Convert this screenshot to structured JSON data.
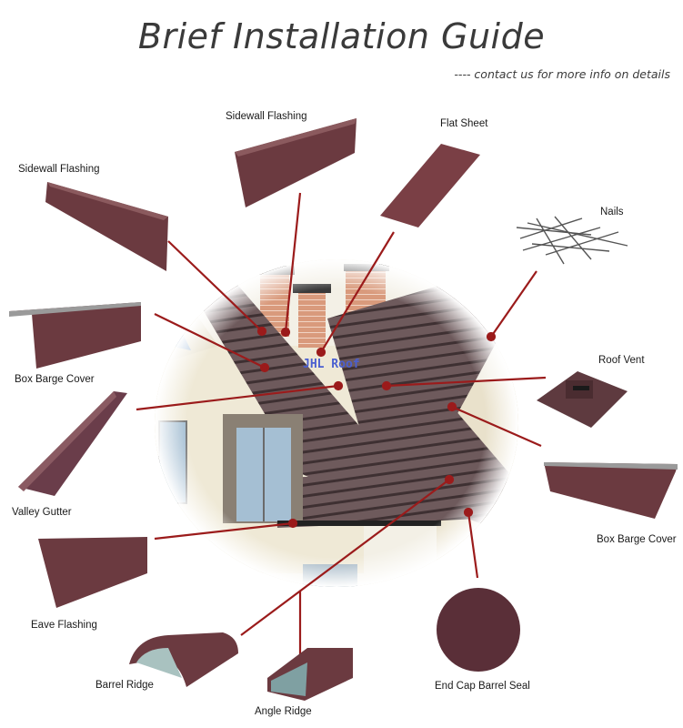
{
  "header": {
    "title": "Brief Installation Guide",
    "subtitle": "---- contact us for more info on details"
  },
  "watermark": "JHL Roof",
  "colors": {
    "material": "#6b3a40",
    "material_dark": "#4e2a30",
    "leader_line": "#9b1b1b",
    "text": "#1a1a1a",
    "title_text": "#3a3a3a",
    "watermark": "#4a5fd0"
  },
  "components": [
    {
      "id": "sidewall-flashing-left",
      "label": "Sidewall Flashing"
    },
    {
      "id": "sidewall-flashing-top",
      "label": "Sidewall Flashing"
    },
    {
      "id": "flat-sheet",
      "label": "Flat Sheet"
    },
    {
      "id": "nails",
      "label": "Nails"
    },
    {
      "id": "box-barge-cover-left",
      "label": "Box Barge Cover"
    },
    {
      "id": "roof-vent",
      "label": "Roof Vent"
    },
    {
      "id": "valley-gutter",
      "label": "Valley Gutter"
    },
    {
      "id": "box-barge-cover-right",
      "label": "Box Barge Cover"
    },
    {
      "id": "eave-flashing",
      "label": "Eave Flashing"
    },
    {
      "id": "barrel-ridge",
      "label": "Barrel Ridge"
    },
    {
      "id": "angle-ridge",
      "label": "Angle Ridge"
    },
    {
      "id": "end-cap-barrel-seal",
      "label": "End Cap Barrel Seal"
    }
  ]
}
